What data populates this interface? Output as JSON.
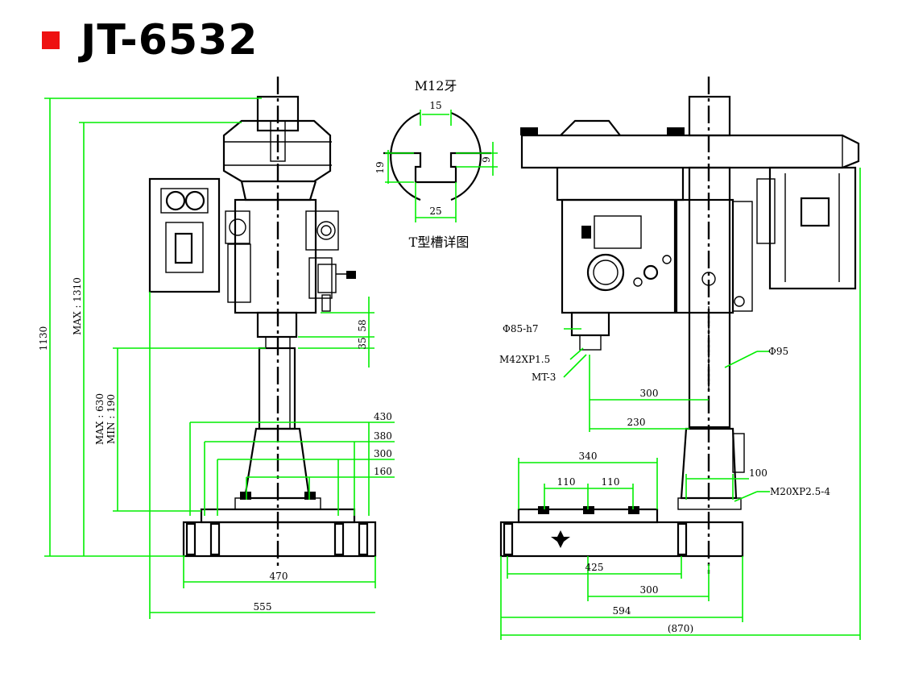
{
  "title": "JT-6532",
  "accent_color": "#ee1111",
  "dimension_line_color": "#00ee00",
  "slot_detail": {
    "heading": "M12牙",
    "caption": "T型槽详图",
    "dims": {
      "top": "15",
      "bottom": "25",
      "left": "19",
      "right": "9"
    }
  },
  "front_view": {
    "height_total": "1130",
    "height_max": "MAX : 1310",
    "table_range_max": "MAX : 630",
    "table_range_min": "MIN : 190",
    "spindle_dim_a": "58",
    "spindle_dim_b": "35",
    "table_widths": [
      "430",
      "380",
      "300",
      "160"
    ],
    "base_width": "470",
    "overall_width": "555"
  },
  "side_view": {
    "quill_dia": "Φ85-h7",
    "spindle_thread": "M42XP1.5",
    "taper": "MT-3",
    "column_dia": "Φ95",
    "reach_max": "300",
    "reach_min": "230",
    "table_length": "340",
    "slot_pitch_left": "110",
    "slot_pitch_right": "110",
    "bolt_spacing": "100",
    "bolt_spec": "M20XP2.5-4",
    "base_length": "425",
    "column_to_table": "300",
    "base_total": "594",
    "overall_depth": "(870)"
  }
}
